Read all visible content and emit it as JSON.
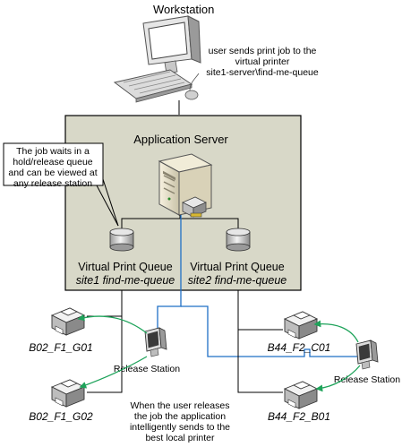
{
  "workstation": {
    "title": "Workstation",
    "note_lines": [
      "user sends print job to the",
      "virtual printer",
      "site1-server\\find-me-queue"
    ]
  },
  "server": {
    "title": "Application Server",
    "callout_lines": [
      "The job waits in a",
      "hold/release queue",
      "and can be viewed at",
      "any release station"
    ],
    "queues": [
      {
        "label": "Virtual Print Queue",
        "sublabel": "site1 find-me-queue"
      },
      {
        "label": "Virtual Print Queue",
        "sublabel": "site2 find-me-queue"
      }
    ]
  },
  "site1": {
    "printers": [
      "B02_F1_G01",
      "B02_F1_G02"
    ],
    "release_station": "Release Station"
  },
  "site2": {
    "printers": [
      "B44_F2_C01",
      "B44_F2_B01"
    ],
    "release_station": "Release Station"
  },
  "release_note_lines": [
    "When the user releases",
    "the job the application",
    "intelligently sends to the",
    "best local printer"
  ],
  "colors": {
    "server_box_fill": "#d8d8c8",
    "network_link": "#1f6fc5",
    "release_arrow": "#1ea35a",
    "line": "#000000"
  }
}
